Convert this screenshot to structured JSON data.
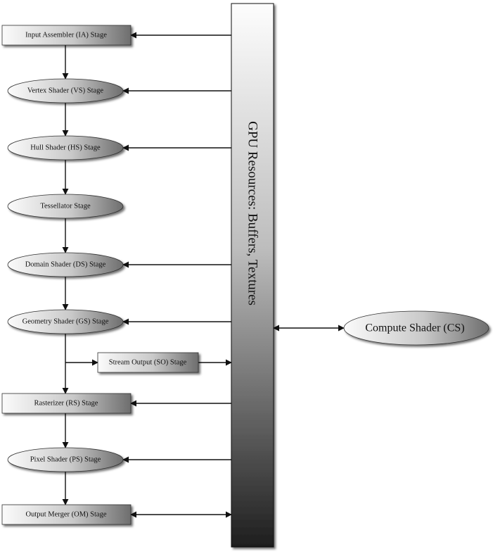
{
  "colors": {
    "background": "#ffffff",
    "arrow": "#111111",
    "text": "#111111"
  },
  "pipeline": {
    "stages": [
      {
        "id": "ia",
        "label": "Input Assembler (IA) Stage",
        "shape": "box",
        "resource_link": "in"
      },
      {
        "id": "vs",
        "label": "Vertex Shader (VS) Stage",
        "shape": "ellipse",
        "resource_link": "in"
      },
      {
        "id": "hs",
        "label": "Hull Shader (HS) Stage",
        "shape": "ellipse",
        "resource_link": "in"
      },
      {
        "id": "ts",
        "label": "Tessellator Stage",
        "shape": "ellipse",
        "resource_link": "none"
      },
      {
        "id": "ds",
        "label": "Domain Shader (DS) Stage",
        "shape": "ellipse",
        "resource_link": "in"
      },
      {
        "id": "gs",
        "label": "Geometry Shader (GS) Stage",
        "shape": "ellipse",
        "resource_link": "in"
      },
      {
        "id": "rs",
        "label": "Rasterizer (RS) Stage",
        "shape": "box",
        "resource_link": "in"
      },
      {
        "id": "ps",
        "label": "Pixel Shader (PS) Stage",
        "shape": "ellipse",
        "resource_link": "in"
      },
      {
        "id": "om",
        "label": "Output Merger (OM) Stage",
        "shape": "box",
        "resource_link": "both"
      }
    ],
    "stream_output": {
      "id": "so",
      "label": "Stream Output (SO) Stage",
      "shape": "box",
      "resource_link": "out"
    }
  },
  "resources": {
    "label": "GPU Resources: Buffers, Textures"
  },
  "compute": {
    "label": "Compute Shader (CS)",
    "resource_link": "both"
  }
}
